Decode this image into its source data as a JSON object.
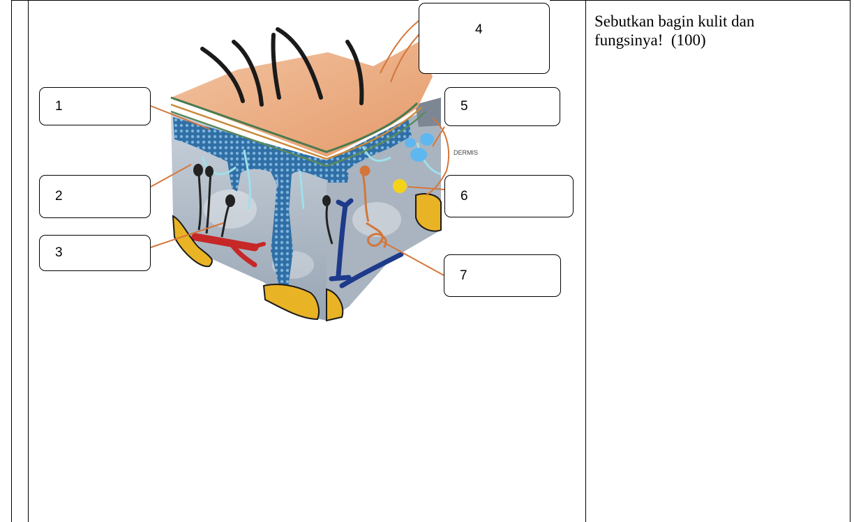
{
  "labels": {
    "l1": "1",
    "l2": "2",
    "l3": "3",
    "l4": "4",
    "l5": "5",
    "l6": "6",
    "l7": "7",
    "dermis": "DERMIS"
  },
  "question": {
    "line1": "Sebutkan bagin kulit dan",
    "line2": "fungsinya!  (100)"
  },
  "colors": {
    "epidermis": "#e6a277",
    "blue_tissue": "#2f6fa6",
    "artery": "#c62828",
    "vein": "#1e3a8a",
    "fat": "#e8b325"
  }
}
